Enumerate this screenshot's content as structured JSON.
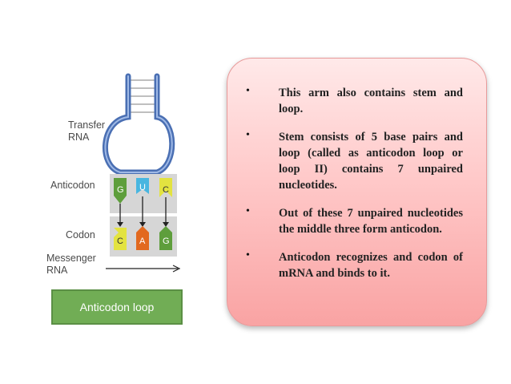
{
  "diagram": {
    "labels": {
      "transfer": "Transfer",
      "rna": "RNA",
      "anticodon": "Anticodon",
      "codon": "Codon",
      "messenger": "Messenger",
      "messenger_rna": "RNA"
    },
    "anticodon_bases": [
      "G",
      "U",
      "C"
    ],
    "codon_bases": [
      "C",
      "A",
      "G"
    ],
    "colors": {
      "trna": "#4a6fb3",
      "green_base": "#5e9e3c",
      "blue_base": "#48b6e0",
      "yellow_base": "#e3e340",
      "orange_base": "#e2691f",
      "arrow": "#222222"
    }
  },
  "caption": "Anticodon loop",
  "card": {
    "bullet_symbol": "•",
    "bullets": [
      "This arm also contains stem and loop.",
      "Stem consists of 5 base pairs and loop (called as anticodon loop or loop II) contains 7 unpaired nucleotides.",
      "Out of these 7 unpaired nucleotides the middle three form anticodon.",
      "Anticodon recognizes and codon of mRNA and binds to it."
    ],
    "colors": {
      "top": "#ffe9e9",
      "bottom": "#f9a3a3",
      "border": "#e89a9a"
    }
  }
}
